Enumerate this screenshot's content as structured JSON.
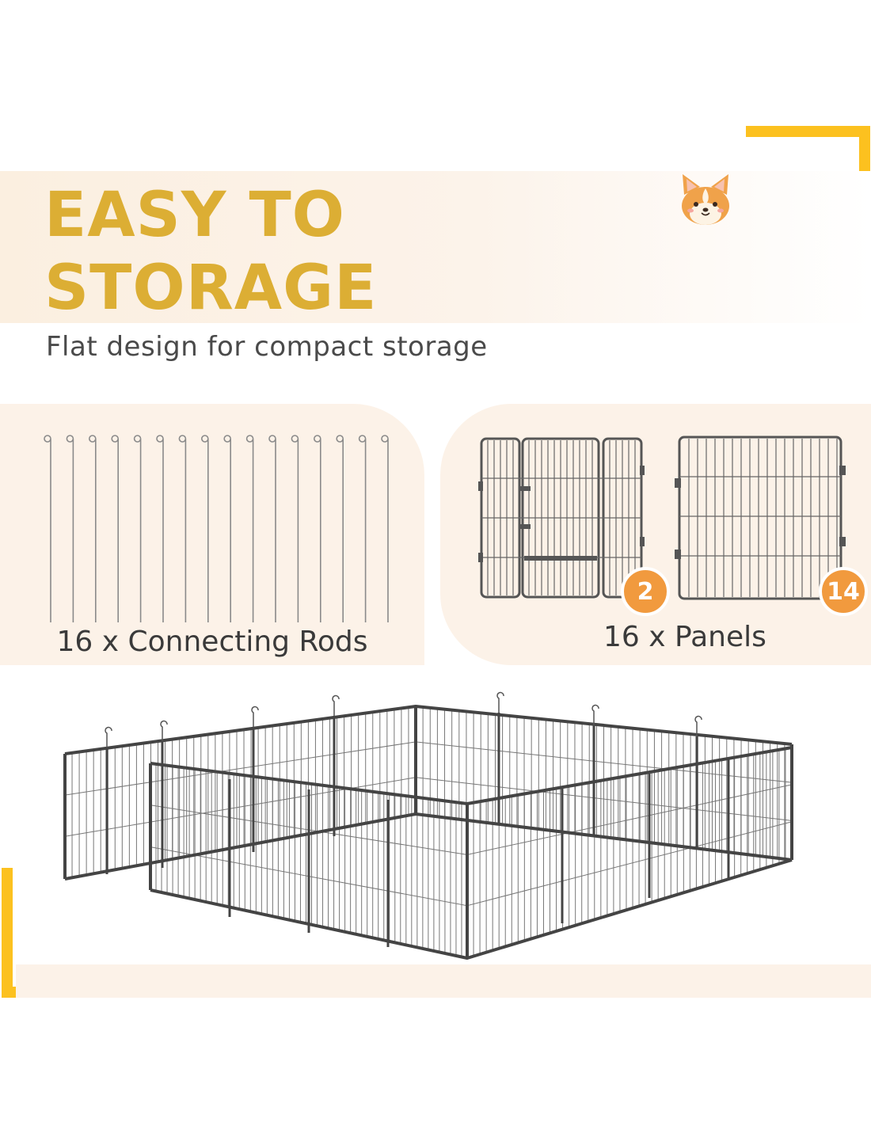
{
  "headline": {
    "line1": "EASY TO",
    "line2": "STORAGE"
  },
  "subtitle": "Flat design for compact storage",
  "rods": {
    "caption": "16 x Connecting Rods",
    "count": 16
  },
  "panels": {
    "caption": "16 x Panels",
    "door_panel_badge": "2",
    "plain_panel_badge": "14"
  },
  "colors": {
    "headline": "#dcae34",
    "accent_yellow": "#fcc11f",
    "badge_orange": "#f19a3e",
    "cream": "#fcf2e8",
    "frame": "#555555"
  },
  "icons": [
    "corgi-mascot-icon"
  ]
}
